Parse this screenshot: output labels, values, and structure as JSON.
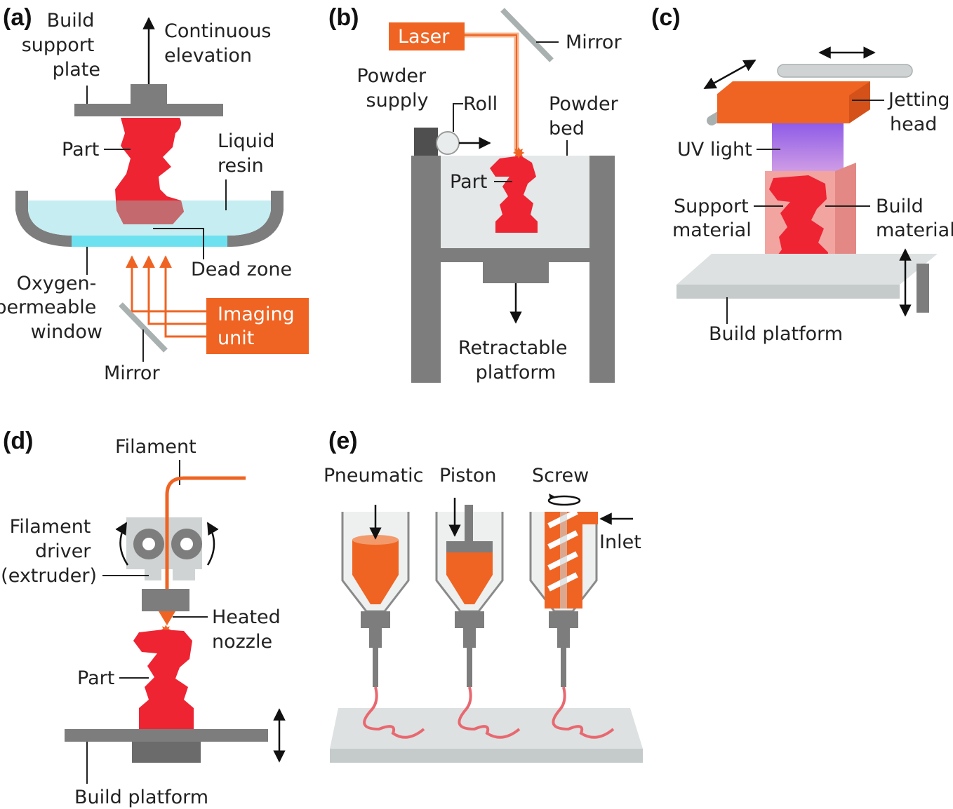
{
  "panels": {
    "a": {
      "letter": "(a)",
      "build_support_plate": [
        "Build",
        "support",
        "plate"
      ],
      "continuous_elevation": [
        "Continuous",
        "elevation"
      ],
      "part": "Part",
      "liquid_resin": [
        "Liquid",
        "resin"
      ],
      "dead_zone": "Dead zone",
      "oxygen_window": [
        "Oxygen-",
        "permeable",
        "window"
      ],
      "imaging_unit": [
        "Imaging",
        "unit"
      ],
      "mirror": "Mirror"
    },
    "b": {
      "letter": "(b)",
      "laser": "Laser",
      "mirror": "Mirror",
      "powder_supply": [
        "Powder",
        "supply"
      ],
      "roll": "Roll",
      "powder_bed": [
        "Powder",
        "bed"
      ],
      "part": "Part",
      "retractable_platform": [
        "Retractable",
        "platform"
      ]
    },
    "c": {
      "letter": "(c)",
      "jetting_head": [
        "Jetting",
        "head"
      ],
      "uv_light": "UV light",
      "support_material": [
        "Support",
        "material"
      ],
      "build_material": [
        "Build",
        "material"
      ],
      "build_platform": "Build platform"
    },
    "d": {
      "letter": "(d)",
      "filament": "Filament",
      "filament_driver": [
        "Filament",
        "driver",
        "(extruder)"
      ],
      "heated_nozzle": [
        "Heated",
        "nozzle"
      ],
      "part": "Part",
      "build_platform": "Build platform"
    },
    "e": {
      "letter": "(e)",
      "pneumatic": "Pneumatic",
      "piston": "Piston",
      "screw": "Screw",
      "inlet": "Inlet"
    }
  },
  "colors": {
    "part_red": "#ee2433",
    "orange": "#ef6423",
    "gray": "#7d7d7d",
    "light_gray": "#cfd3d3",
    "resin_blue": "#c6eef2",
    "window_blue": "#6ee1f0",
    "uv_purple": "#9b59d6"
  }
}
